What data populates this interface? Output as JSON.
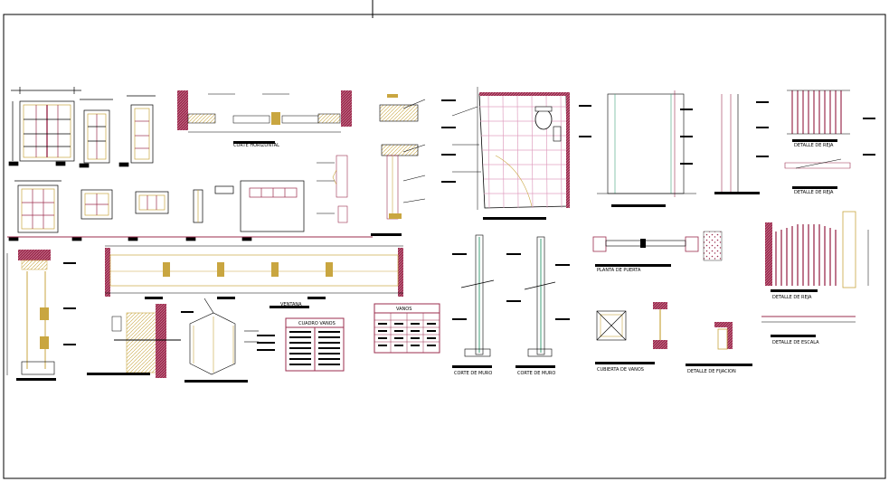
{
  "drawing": {
    "titles": {
      "corte_horizontal": "CORTE HORIZONTAL",
      "ventana": "VENTANA",
      "cuadro_vanos": "CUADRO VANOS",
      "vanos": "VANOS",
      "planta_puerta": "PLANTA DE PUERTA",
      "detalle_reja_1": "DETALLE DE REJA",
      "detalle_reja_2": "DETALLE DE REJA",
      "detalle_reja_3": "DETALLE DE REJA",
      "detalle_escala": "DETALLE DE ESCALA",
      "cubierta_vanos": "CUBIERTA DE VANOS",
      "detalle_fijacion": "DETALLE DE FIJACION",
      "corte_muro_1": "CORTE DE MURO",
      "corte_muro_2": "CORTE DE MURO"
    },
    "colors": {
      "line": "#000000",
      "wall_fill": "#9b2d4e",
      "wood": "#c9a640",
      "tile_grid": "#e0a0c0",
      "green_line": "#3fa27a",
      "frame_border": "#000000",
      "background": "#ffffff"
    }
  }
}
